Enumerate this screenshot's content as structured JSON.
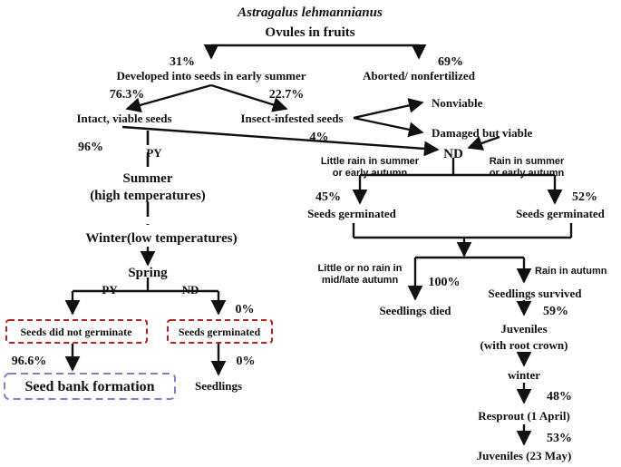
{
  "colors": {
    "text": "#111111",
    "blue_note": "#2a78b8",
    "red_box": "#b22222",
    "purple_box": "#8a7cc8"
  },
  "diagram": {
    "title": "Astragalus lehmannianus",
    "ovules": "Ovules in fruits",
    "pct_31": "31%",
    "pct_69": "69%",
    "developed": "Developed into seeds in early summer",
    "aborted": "Aborted/ nonfertilized",
    "pct_763": "76.3%",
    "pct_227": "22.7%",
    "intact": "Intact, viable seeds",
    "infested": "Insect-infested seeds",
    "nonviable": "Nonviable",
    "damaged": "Damaged but viable",
    "pct_4": "4%",
    "pct_96": "96%",
    "py_top": "PY",
    "nd": "ND",
    "summer": "Summer",
    "high_temp": "(high temperatures)",
    "winter_low": "Winter(low temperatures)",
    "little_rain_1": "Little rain in summer",
    "little_rain_2": "or early autumn",
    "rain_1": "Rain in summer",
    "rain_2": "or early autumn",
    "pct_45": "45%",
    "pct_52": "52%",
    "germ_left": "Seeds germinated",
    "germ_right": "Seeds germinated",
    "spring": "Spring",
    "py_spring": "PY",
    "nd_spring": "ND",
    "pct_0a": "0%",
    "not_germ": "Seeds did not germinate",
    "seeds_germ": "Seeds germinated",
    "pct_966": "96.6%",
    "pct_0b": "0%",
    "seed_bank": "Seed bank formation",
    "seedlings": "Seedlings",
    "little_no_rain_1": "Little or no rain in",
    "little_no_rain_2": "mid/late autumn",
    "rain_autumn": "Rain in autumn",
    "pct_100": "100%",
    "seedlings_died": "Seedlings died",
    "seedlings_survived": "Seedlings survived",
    "pct_59": "59%",
    "juveniles": "Juveniles",
    "root_crown": "(with root crown)",
    "winter": "winter",
    "pct_48": "48%",
    "resprout": "Resprout (1 April)",
    "pct_53": "53%",
    "juveniles_may": "Juveniles (23 May)"
  }
}
